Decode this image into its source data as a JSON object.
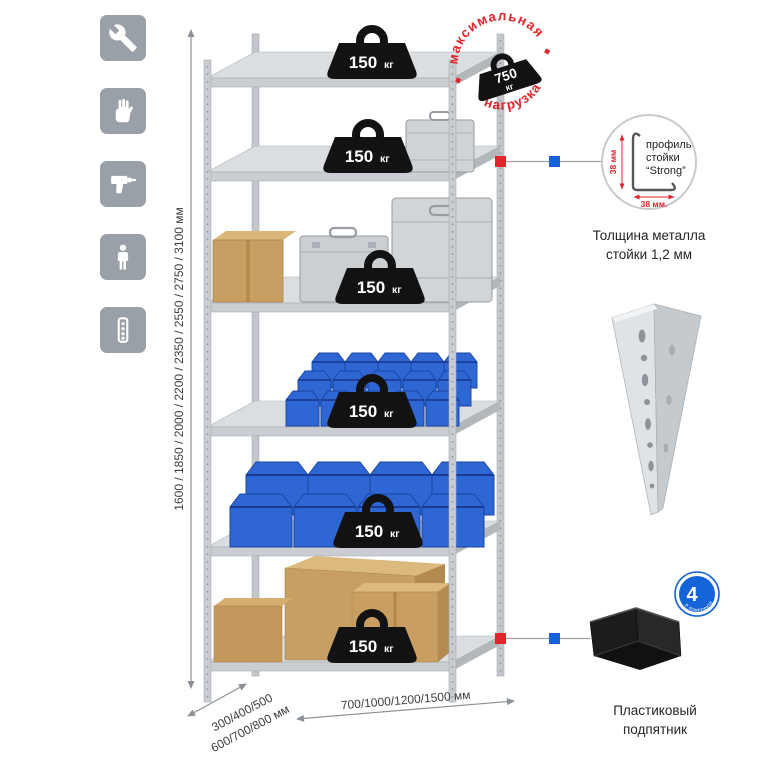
{
  "palette": {
    "accent_red": "#e0262b",
    "accent_blue": "#1563d8",
    "icon_tile_gray": "#99a0a7",
    "metal_gray": "#d6d9dc",
    "bin_blue": "#2e66d4",
    "cardboard": "#c79f63"
  },
  "side_icons": [
    {
      "name": "wrench-icon"
    },
    {
      "name": "gloves-icon"
    },
    {
      "name": "drill-icon"
    },
    {
      "name": "person-icon"
    },
    {
      "name": "perforated-post-icon"
    }
  ],
  "rack": {
    "shelf_loads": [
      "150",
      "150",
      "150",
      "150",
      "150",
      "150"
    ],
    "load_unit": "кг"
  },
  "stamp": {
    "arc_top": "максимальная",
    "arc_bottom": "нагрузка",
    "value": "750",
    "unit": "кг"
  },
  "dims": {
    "height": "1600 / 1850 / 2000 / 2200 / 2350 / 2550 / 2750 / 3100 мм",
    "depth1": "300/400/500",
    "depth2": "600/700/800 мм",
    "width": "700/1000/1200/1500 мм"
  },
  "profile": {
    "line1": "профиль",
    "line2": "стойки",
    "line3": "“Strong”",
    "dim_v": "38 мм",
    "dim_h": "38 мм.",
    "caption1": "Толщина металла",
    "caption2": "стойки 1,2 мм"
  },
  "foot": {
    "badge_value": "4",
    "badge_text": "в комплекте",
    "caption1": "Пластиковый",
    "caption2": "подпятник"
  }
}
